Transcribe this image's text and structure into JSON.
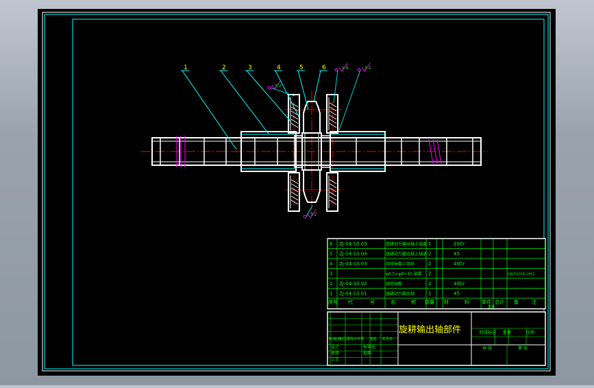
{
  "colors": {
    "background": "#000000",
    "frame": "#ffffff",
    "border": "#00ffff",
    "leader": "#00ffff",
    "table_text": "#00ff00",
    "title_text": "#ffff00",
    "center_line": "#ff0000",
    "part_outline": "#ffffff",
    "hatch": "#ff00ff"
  },
  "callouts": [
    "1",
    "2",
    "3",
    "4",
    "5",
    "6"
  ],
  "roughness_marks": [
    "3.2",
    "1.6",
    "3.2",
    "3.2"
  ],
  "bom": {
    "rows": [
      {
        "no": "6",
        "code": "ZJ-04-10.03",
        "name": "旋耕动力输出轴上端盖",
        "qty": "1",
        "material": "20Cr",
        "remark": ""
      },
      {
        "no": "5",
        "code": "ZJ-04-10.04",
        "name": "旋耕动力输出轴上轴承",
        "qty": "2",
        "material": "45",
        "remark": ""
      },
      {
        "no": "4",
        "code": "ZJ-04-10.03",
        "name": "齿轮轴套上齿轮",
        "qty": "2",
        "material": "40Cr",
        "remark": ""
      },
      {
        "no": "3",
        "code": "",
        "name": "φ6.5×φ8×10 轴套",
        "qty": "2",
        "material": "",
        "remark": "GB/T4208-1993"
      },
      {
        "no": "2",
        "code": "ZJ-04-10.02",
        "name": "齿轮轴套",
        "qty": "2",
        "material": "40Cr",
        "remark": ""
      },
      {
        "no": "1",
        "code": "ZJ-04-10.01",
        "name": "旋耕动力输出轴",
        "qty": "1",
        "material": "45",
        "remark": ""
      }
    ],
    "headers": {
      "no": "序号",
      "code_a": "代",
      "code_b": "号",
      "name_a": "名",
      "name_b": "称",
      "qty": "数量",
      "material_a": "材",
      "material_b": "料",
      "unit": "单件",
      "total": "总计",
      "weight": "重量",
      "remark_a": "备",
      "remark_b": "注"
    }
  },
  "title_block": {
    "title": "旋耕输出轴部件",
    "stage_labels": [
      "阶段标记",
      "重量",
      "比例"
    ],
    "sheet_labels": [
      "共 张",
      "第 张"
    ],
    "sign_labels": [
      "标记",
      "处数",
      "分区",
      "更改文件号",
      "签名",
      "年月日"
    ],
    "roles": [
      "设计",
      "审核",
      "工艺"
    ],
    "roles_b": [
      "标准化",
      "批准"
    ]
  }
}
